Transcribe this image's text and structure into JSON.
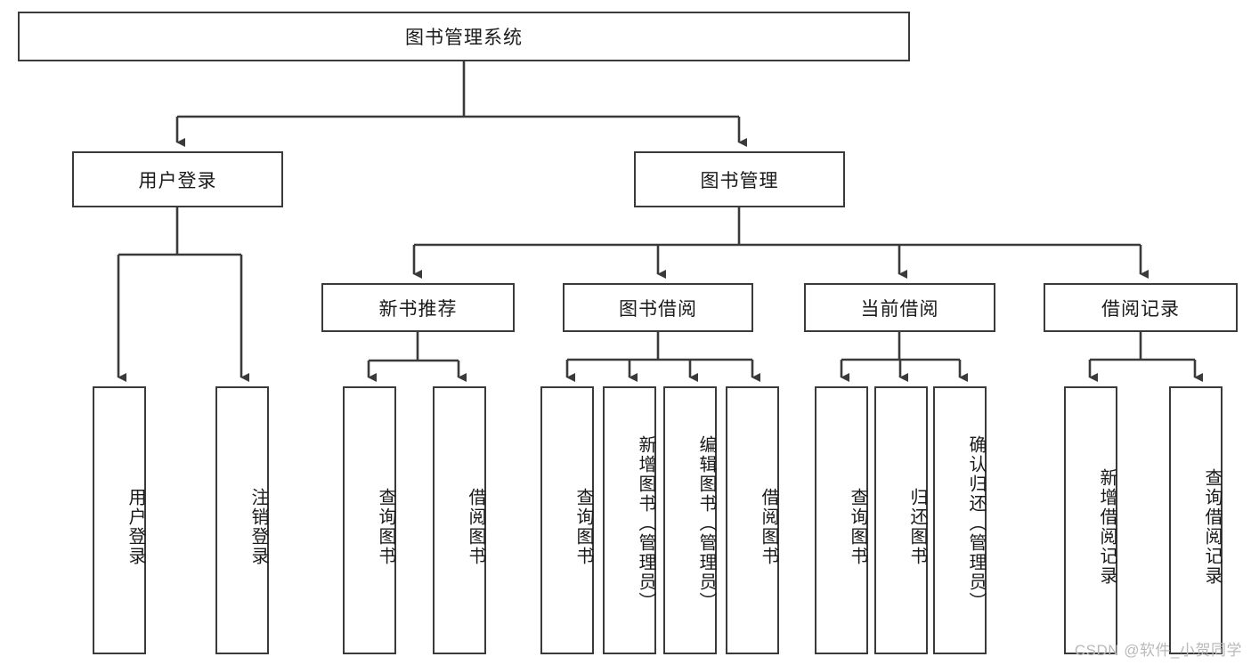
{
  "diagram": {
    "title": "图书管理系统",
    "watermark": "CSDN @软件_小贺同学",
    "stroke_color": "#3a3a3a",
    "text_color": "#1a1a1a",
    "background": "#ffffff",
    "levels": {
      "root": {
        "label": "图书管理系统"
      },
      "level2": [
        {
          "label": "用户登录"
        },
        {
          "label": "图书管理"
        }
      ],
      "level3": [
        {
          "label": "新书推荐"
        },
        {
          "label": "图书借阅"
        },
        {
          "label": "当前借阅"
        },
        {
          "label": "借阅记录"
        }
      ],
      "leaves": {
        "user_login": [
          {
            "label": "用户登录"
          },
          {
            "label": "注销登录"
          }
        ],
        "new_book_recommend": [
          {
            "label": "查询图书"
          },
          {
            "label": "借阅图书"
          }
        ],
        "book_borrow": [
          {
            "label": "查询图书"
          },
          {
            "label": "新增图书（管理员）"
          },
          {
            "label": "编辑图书（管理员）"
          },
          {
            "label": "借阅图书"
          }
        ],
        "current_borrow": [
          {
            "label": "查询图书"
          },
          {
            "label": "归还图书"
          },
          {
            "label": "确认归还（管理员）"
          }
        ],
        "borrow_record": [
          {
            "label": "新增借阅记录"
          },
          {
            "label": "查询借阅记录"
          }
        ]
      }
    }
  }
}
